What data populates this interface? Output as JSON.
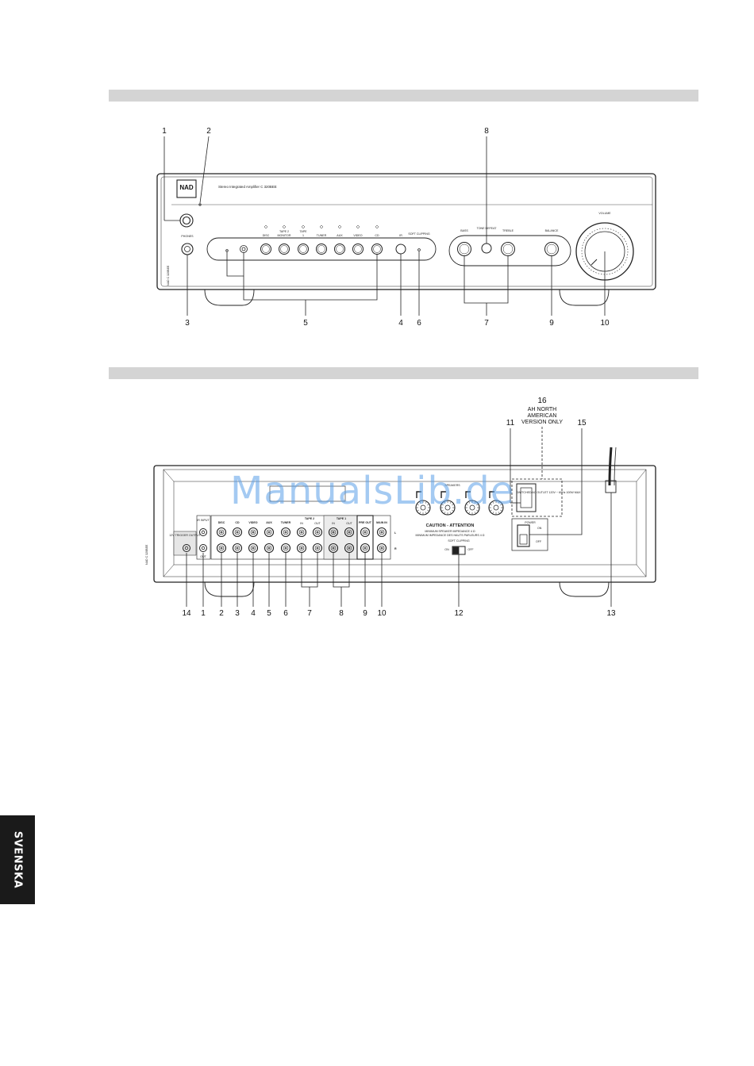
{
  "front_panel": {
    "model_text": "Stereo Integrated Amplifier C 320BEE",
    "brand": "NAD",
    "side_text": "NAD C 320BEE",
    "labels": {
      "phones": "PHONES",
      "ir": "IR",
      "soft_clipping": "SOFT CLIPPING",
      "bass": "BASS",
      "tone_defeat": "TONE DEFEAT",
      "treble": "TREBLE",
      "balance": "BALANCE",
      "volume": "VOLUME"
    },
    "source_buttons": [
      "DISC",
      "TAPE 2 MONITOR",
      "TAPE 1",
      "TUNER",
      "AUX",
      "VIDEO",
      "CD"
    ],
    "callouts": [
      "1",
      "2",
      "3",
      "4",
      "5",
      "6",
      "7",
      "8",
      "9",
      "10"
    ]
  },
  "rear_panel": {
    "side_text": "NAD C 320BEE",
    "trigger_label": "12V TRIGGER OUTPUT",
    "ir_input_label": "IR INPUT",
    "ir_out_label": "OUT",
    "jack_labels": [
      "DISC",
      "CD",
      "VIDEO",
      "AUX",
      "TUNER",
      "TAPE 2",
      "TAPE 1",
      "PRE OUT",
      "MAIN IN"
    ],
    "in_label": "IN",
    "out_label": "OUT",
    "speakers_label": "SPEAKERS",
    "caution_title": "CAUTION - ATTENTION",
    "caution_line1": "MINIMUM SPEAKER IMPEDANCE 4 Ω",
    "caution_line2": "MINIMUM IMPEDANCE DES HAUTS PARLEURS 4 Ω",
    "soft_clipping": "SOFT CLIPPING",
    "on": "ON",
    "off": "OFF",
    "power": "POWER",
    "switched_ac": "SWITCHED AC OUTLET 120V ~ 60Hz 100W MAX",
    "left_mark": "L",
    "right_mark": "R",
    "note_16": [
      "AH NORTH",
      "AMERICAN",
      "VERSION ONLY"
    ],
    "callouts": [
      "1",
      "2",
      "3",
      "4",
      "5",
      "6",
      "7",
      "8",
      "9",
      "10",
      "11",
      "12",
      "13",
      "14",
      "15",
      "16"
    ]
  },
  "watermark": "ManualsLib.de",
  "language_tab": "SVENSKA"
}
